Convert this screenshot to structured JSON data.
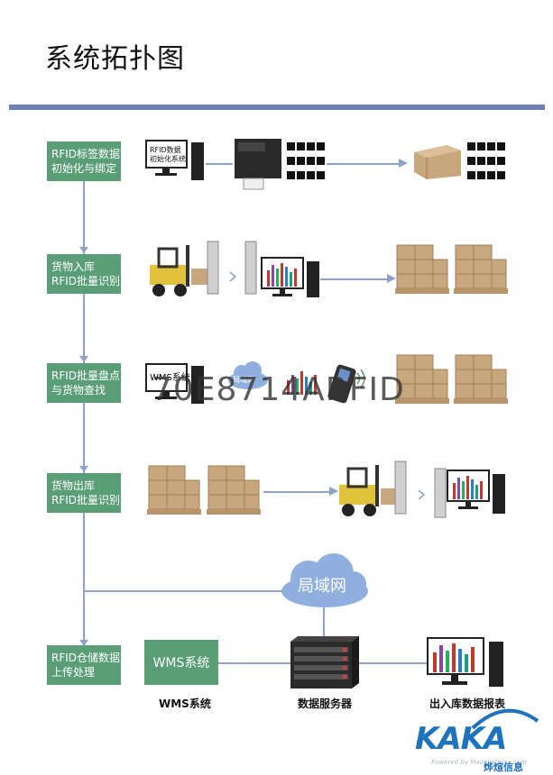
{
  "title": "系统拓扑图",
  "steps": [
    {
      "line1": "RFID标签数据",
      "line2": "初始化与绑定"
    },
    {
      "line1": "货物入库",
      "line2": "RFID批量识别"
    },
    {
      "line1": "RFID批量盘点",
      "line2": "与货物查找"
    },
    {
      "line1": "货物出库",
      "line2": "RFID批量识别"
    },
    {
      "line1": "RFID仓储数据",
      "line2": "上传处理"
    }
  ],
  "monitor_label": {
    "line1": "RFID数据",
    "line2": "初始化系统"
  },
  "wms_monitor_label": "WMS系统",
  "small_cloud_label": "局域网",
  "cloud_label": "局域网",
  "wms_box_label": "WMS系统",
  "captions": {
    "wms": "WMS系统",
    "server": "数据服务器",
    "report": "出入库数据报表"
  },
  "watermark": "70E8714ARFID",
  "powered": "Powered by MadeInChina.com",
  "logo": {
    "brand": "KAKA",
    "subtitle": "烨煊信息"
  },
  "colors": {
    "accent": "#6d81b8",
    "step": "#5a9e78",
    "cloud": "#8fb0de"
  }
}
